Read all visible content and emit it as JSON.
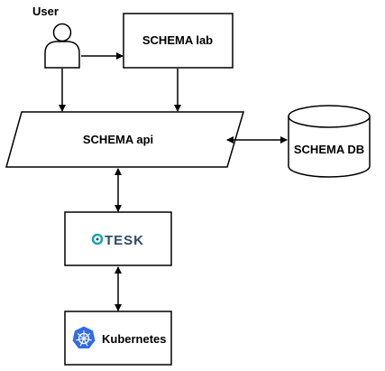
{
  "nodes": {
    "user": {
      "label": "User"
    },
    "schema_lab": {
      "label": "SCHEMA lab"
    },
    "schema_api": {
      "label": "SCHEMA api"
    },
    "schema_db": {
      "label": "SCHEMA DB"
    },
    "tesk": {
      "label": "TESK",
      "icon": "tesk-logo-icon"
    },
    "kubernetes": {
      "label": "Kubernetes",
      "icon": "kubernetes-icon"
    }
  },
  "colors": {
    "stroke": "#000000",
    "tesk_text": "#2c4a63",
    "tesk_accent": "#1aa3b0",
    "kubernetes_blue": "#326ce5"
  }
}
